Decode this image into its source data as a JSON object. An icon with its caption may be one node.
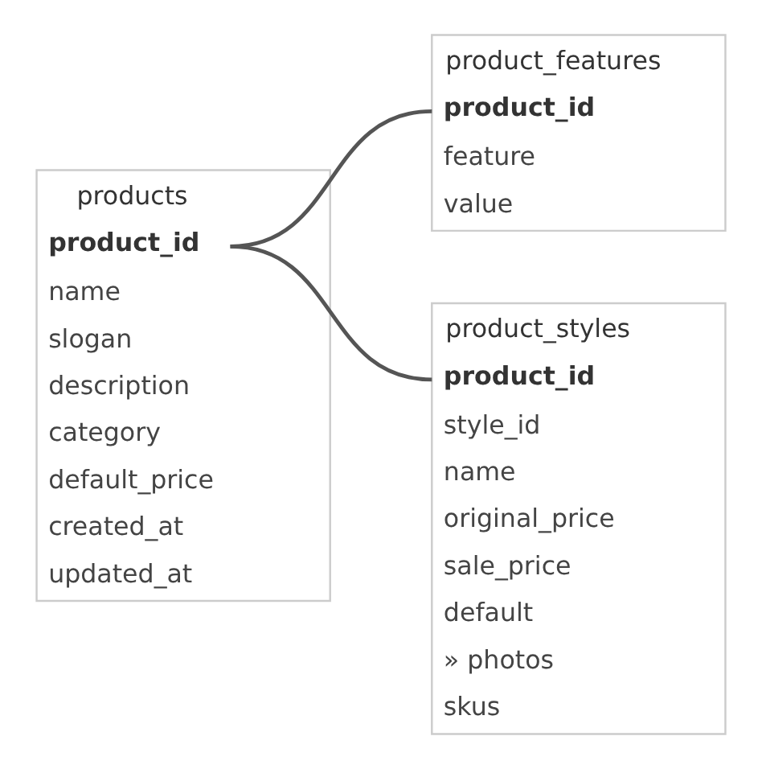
{
  "diagram": {
    "nodes": [
      {
        "text": [
          "products",
          "product_id",
          "name",
          "slogan",
          "description",
          "category",
          "default_price",
          "created_at",
          "updated_at"
        ]
      },
      {
        "text": [
          "product_features",
          "product_id",
          "feature",
          "value"
        ]
      },
      {
        "text": [
          "product_styles",
          "product_id",
          "style_id",
          "name",
          "original_price",
          "sale_price",
          "default",
          "» photos",
          "skus"
        ]
      }
    ],
    "edges": [
      {
        "from": 0,
        "to": 1,
        "arrow": "none"
      },
      {
        "from": 0,
        "to": 2,
        "arrow": "none"
      }
    ]
  }
}
